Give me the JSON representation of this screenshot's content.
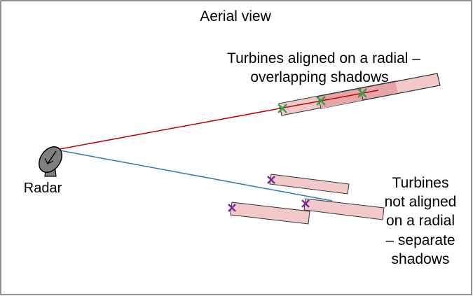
{
  "title": "Aerial view",
  "radar_label": "Radar",
  "aligned_label": [
    "Turbines aligned on a radial –",
    "overlapping shadows"
  ],
  "separate_label": [
    "Turbines",
    "not aligned",
    "on a radial",
    "– separate",
    "shadows"
  ],
  "colors": {
    "background": "#ffffff",
    "frame": "#6d6d6d",
    "radial_aligned": "#c00000",
    "radial_separate": "#2e75b6",
    "shadow_fill": "#f2c8c8",
    "shadow_overlap": "#e4a6a6",
    "shadow_stroke": "#333333",
    "marker_aligned": "#2ea44f",
    "marker_separate": "#7030a0",
    "radar_body": "#7f7f7f"
  },
  "icons": {
    "radar": "radar-dish-icon",
    "aligned_turbine": "green-x-marker-icon",
    "separate_turbine": "purple-x-marker-icon"
  }
}
